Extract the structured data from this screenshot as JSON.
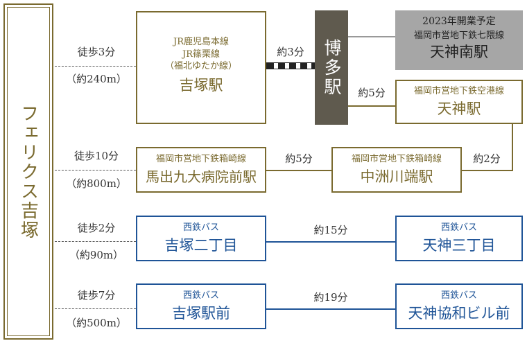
{
  "origin": {
    "label": "フェリクス吉塚"
  },
  "routes": [
    {
      "walk_time": "徒歩3分",
      "walk_dist": "（約240m）"
    },
    {
      "walk_time": "徒歩10分",
      "walk_dist": "（約800m）"
    },
    {
      "walk_time": "徒歩2分",
      "walk_dist": "（約90m）"
    },
    {
      "walk_time": "徒歩7分",
      "walk_dist": "（約500m）"
    }
  ],
  "yoshizuka": {
    "line1": "JR鹿児島本線",
    "line2": "JR篠栗線",
    "line3": "（福北ゆたか線）",
    "name": "吉塚駅"
  },
  "hakata": {
    "name": "博多駅"
  },
  "time_yoshizuka_hakata": "約3分",
  "tenjin_minami": {
    "note": "2023年開業予定",
    "line": "福岡市営地下鉄七隈線",
    "name": "天神南駅"
  },
  "tenjin": {
    "line": "福岡市営地下鉄空港線",
    "name": "天神駅"
  },
  "time_hakata_tenjin": "約5分",
  "maidashi": {
    "line": "福岡市営地下鉄箱崎線",
    "name": "馬出九大病院前駅"
  },
  "nakasu": {
    "line": "福岡市営地下鉄箱崎線",
    "name": "中洲川端駅"
  },
  "time_maidashi_nakasu": "約5分",
  "time_nakasu_tenjin": "約2分",
  "bus1_from": {
    "operator": "西鉄バス",
    "name": "吉塚二丁目"
  },
  "bus1_to": {
    "operator": "西鉄バス",
    "name": "天神三丁目"
  },
  "time_bus1": "約15分",
  "bus2_from": {
    "operator": "西鉄バス",
    "name": "吉塚駅前"
  },
  "bus2_to": {
    "operator": "西鉄バス",
    "name": "天神協和ビル前"
  },
  "time_bus2": "約19分",
  "colors": {
    "gold": "#7a6a2f",
    "blue": "#1f5497",
    "hakata_bg": "#5f5a4e",
    "grey_bg": "#a6a6a6"
  }
}
